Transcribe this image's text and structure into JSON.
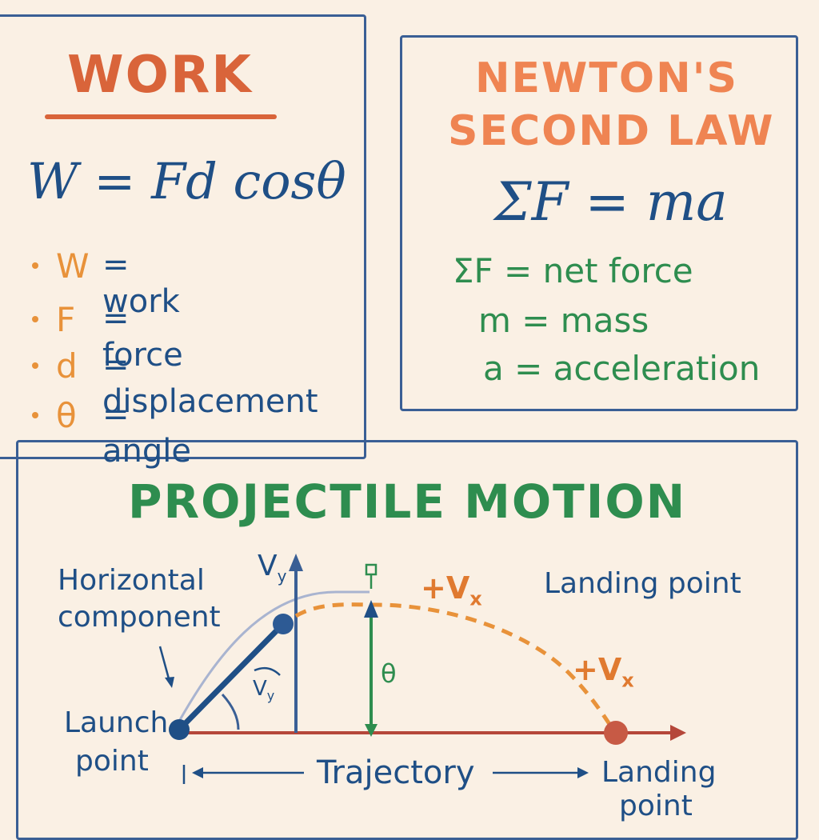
{
  "work": {
    "title": "WORK",
    "equation": "W = Fd cosθ",
    "definitions": [
      {
        "symbol": "W",
        "text": "= work"
      },
      {
        "symbol": "F",
        "text": "= force"
      },
      {
        "symbol": "d",
        "text": "= displacement"
      },
      {
        "symbol": "θ",
        "text": "= angle"
      }
    ]
  },
  "newton": {
    "title_line1": "NEWTON'S",
    "title_line2": "SECOND LAW",
    "equation": "ΣF = ma",
    "definitions": [
      "ΣF = net force",
      "m = mass",
      "a = acceleration"
    ]
  },
  "projectile": {
    "title": "PROJECTILE MOTION",
    "horizontal_component_line1": "Horizontal",
    "horizontal_component_line2": "component",
    "launch_point_line1": "Launch",
    "launch_point_line2": "point",
    "landing_point_top": "Landing point",
    "landing_point_bottom_line1": "Landing",
    "landing_point_bottom_line2": "point",
    "trajectory": "Trajectory",
    "vy_label": "V",
    "vy_sub": "y",
    "vy_small_label": "V",
    "vy_small_sub": "y",
    "vx_label_1": "+V",
    "vx_sub_1": "x",
    "vx_label_2": "+V",
    "vx_sub_2": "x",
    "theta_label": "θ"
  },
  "colors": {
    "background": "#faf0e4",
    "border_blue": "#3a5f95",
    "text_blue": "#1f4f86",
    "orange": "#e8923a",
    "red_orange": "#d9643a",
    "green": "#2e8d4f",
    "ground_red": "#b5473a"
  }
}
